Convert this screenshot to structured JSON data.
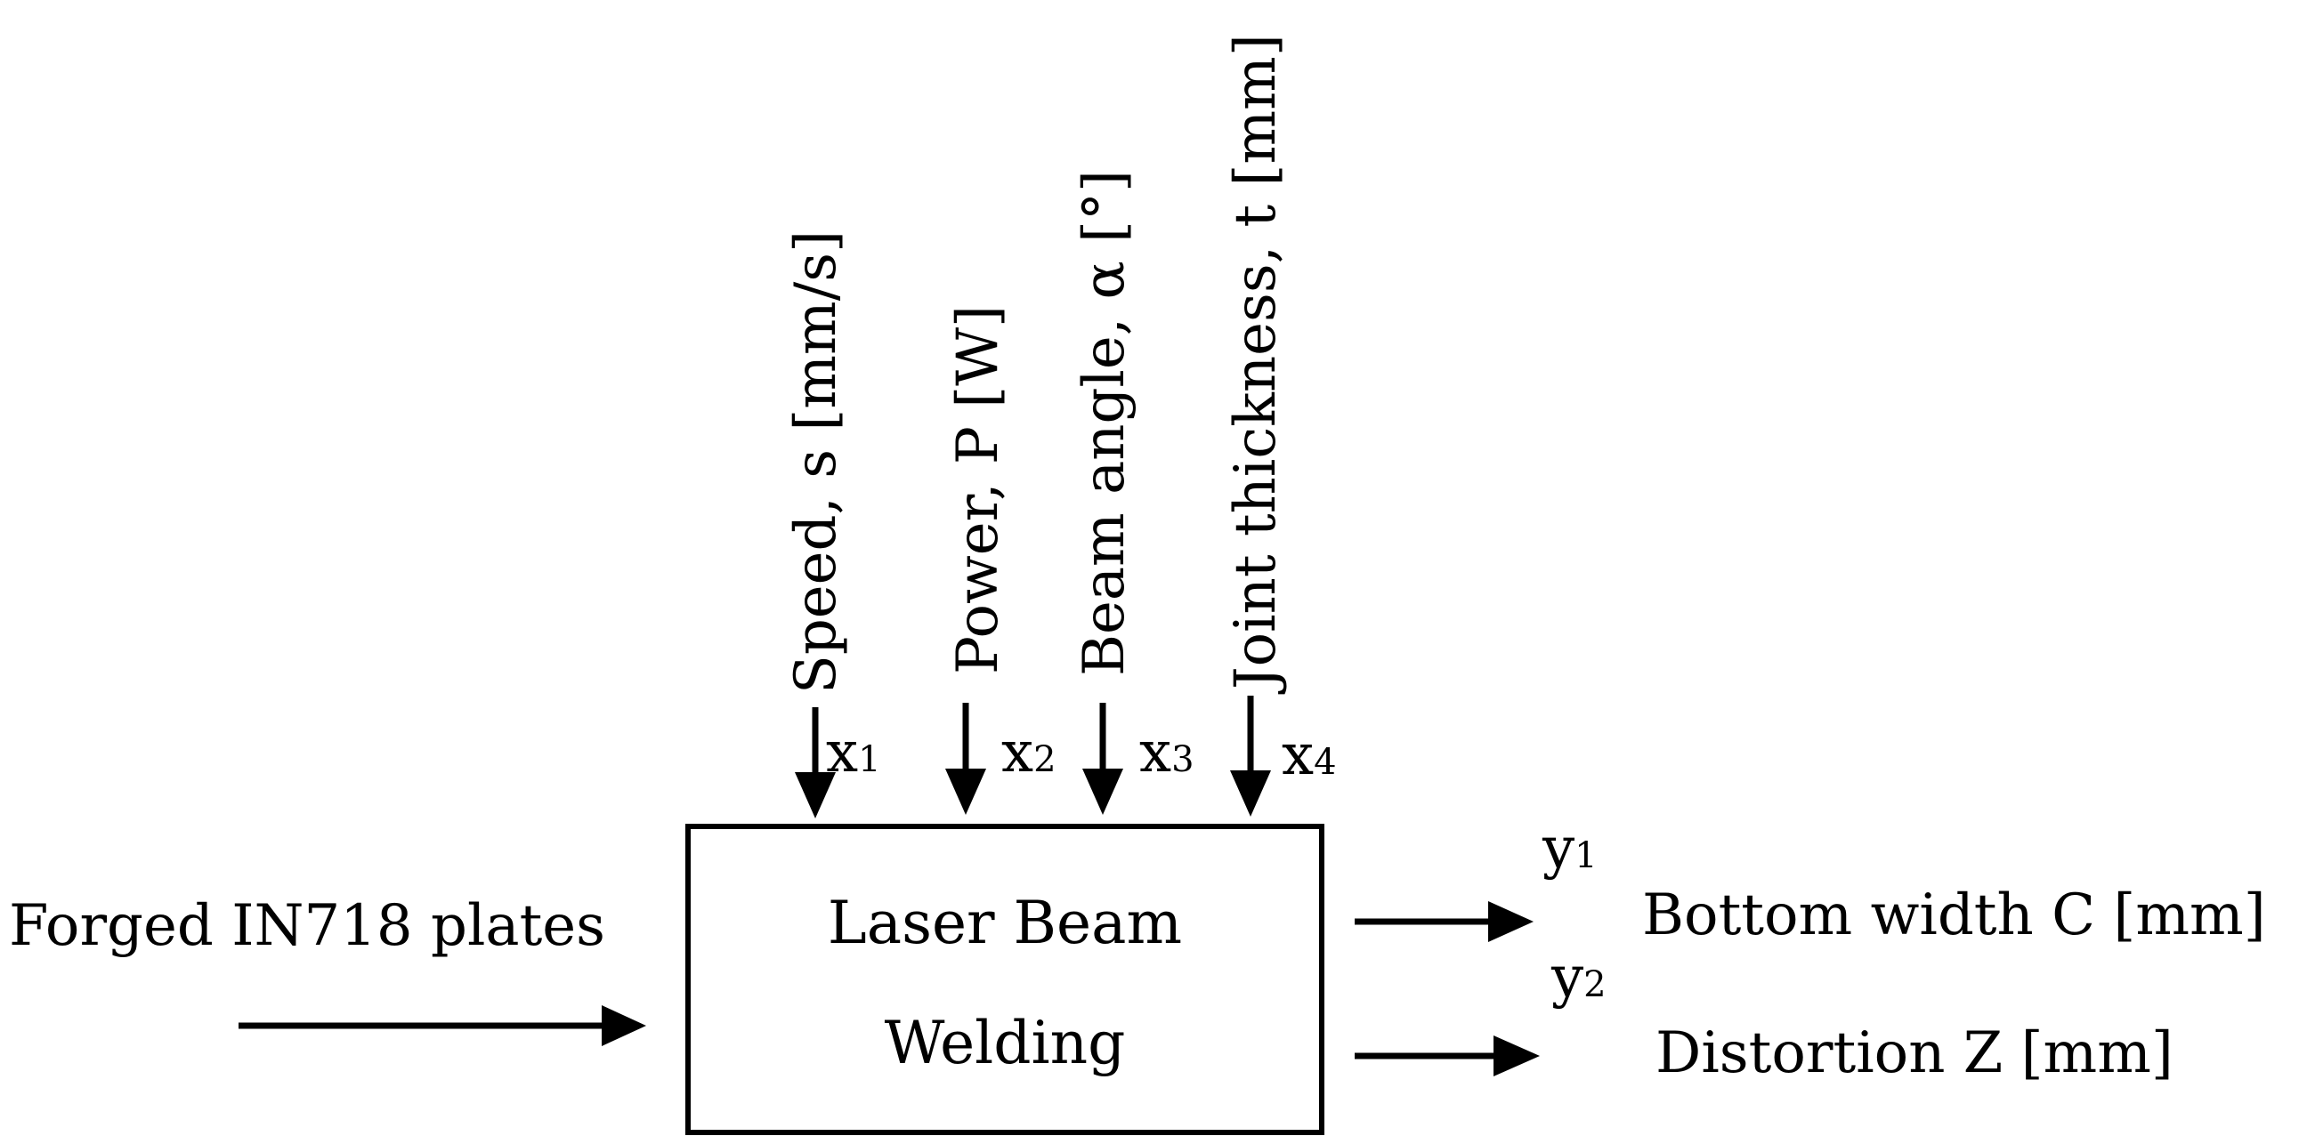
{
  "input": {
    "label": "Forged IN718 plates"
  },
  "process": {
    "line1": "Laser Beam",
    "line2": "Welding"
  },
  "factors": [
    {
      "label": "Speed, s [mm/s]",
      "var": "x",
      "sub": "1"
    },
    {
      "label": "Power, P [W]",
      "var": "x",
      "sub": "2"
    },
    {
      "label": "Beam angle, α [°]",
      "var": "x",
      "sub": "3"
    },
    {
      "label": "Joint thickness, t [mm]",
      "var": "x",
      "sub": "4"
    }
  ],
  "responses": [
    {
      "label": "Bottom width C [mm]",
      "var": "y",
      "sub": "1"
    },
    {
      "label": "Distortion Z [mm]",
      "var": "y",
      "sub": "2"
    }
  ],
  "colors": {
    "stroke": "#000000",
    "background": "#ffffff"
  }
}
